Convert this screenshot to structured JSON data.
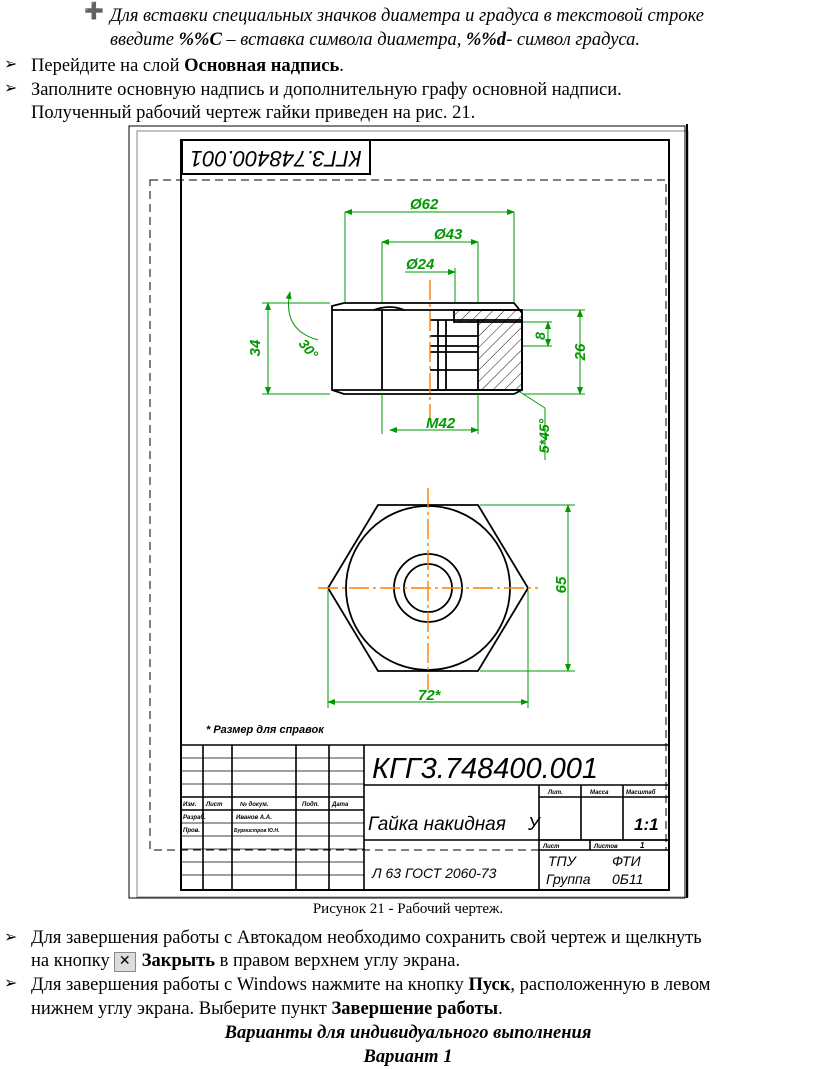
{
  "text": {
    "l1_a": "Для вставки специальных значков диаметра и градуса в текстовой строке",
    "l2_a": "введите ",
    "l2_b": "%%С",
    "l2_c": " – вставка символа диаметра, ",
    "l2_d": "%%d",
    "l2_e": "- символ градуса.",
    "l3_a": "Перейдите на слой ",
    "l3_b": "Основная надпись",
    "l3_c": ".",
    "l4": "Заполните основную надпись и дополнительную графу основной надписи.",
    "l5": "Полученный рабочий чертеж гайки приведен на рис. 21.",
    "caption": "Рисунок 21 - Рабочий чертеж.",
    "l6": "Для завершения работы с Автокадом необходимо сохранить свой чертеж и щелкнуть",
    "l7_a": "на кнопку",
    "l7_b": "Закрыть",
    "l7_c": " в правом верхнем углу экрана.",
    "l8_a": "Для завершения работы с Windows нажмите на кнопку ",
    "l8_b": "Пуск",
    "l8_c": ", расположенную в левом",
    "l9_a": "нижнем углу экрана. Выберите пункт ",
    "l9_b": "Завершение работы",
    "l9_c": ".",
    "h1": "Варианты для индивидуального выполнения",
    "h2": "Вариант 1"
  },
  "drawing": {
    "code_top": "КГГ3.748400.001",
    "d62": "Ø62",
    "d43": "Ø43",
    "d24": "Ø24",
    "h34": "34",
    "a30": "30°",
    "d8": "8",
    "d26": "26",
    "m42": "M42",
    "ch": "5*45°",
    "d65": "65",
    "d72": "72*",
    "ref_note": "* Размер для справок",
    "code_tb": "КГГ3.748400.001",
    "name": "Гайка накидная",
    "letter": "У",
    "scale": "1:1",
    "material": "Л 63 ГОСТ 2060-73",
    "org1": "ТПУ",
    "org2": "ФТИ",
    "group": "Группа",
    "group_no": "0Б11",
    "h_lit": "Лит.",
    "h_mass": "Масса",
    "h_scale": "Масштаб",
    "h_sheet": "Лист",
    "h_sheets": "Листов",
    "sheets": "1",
    "r_izm": "Изм.",
    "r_list": "Лист",
    "r_doc": "№ докум.",
    "r_sign": "Подп.",
    "r_date": "Дата",
    "r_razrab": "Разраб.",
    "r_razrab_name": "Иванов А.А.",
    "r_prov": "Пров.",
    "r_prov_name": "Бурмистров Ю.Н."
  },
  "colors": {
    "dim": "#009900",
    "axis": "#ff8000"
  }
}
